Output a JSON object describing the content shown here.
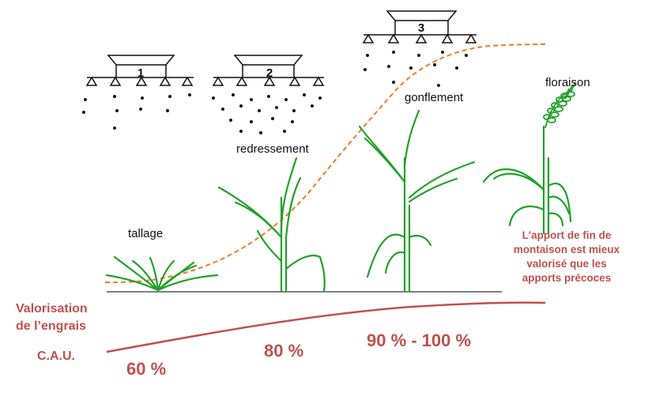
{
  "sprayers": [
    {
      "number": "1"
    },
    {
      "number": "2"
    },
    {
      "number": "3"
    }
  ],
  "stages": {
    "tallage": "tallage",
    "redressement": "redressement",
    "gonflement": "gonflement",
    "floraison": "floraison"
  },
  "note": {
    "lines": [
      "L'apport de fin de",
      "montaison est mieux",
      "valorisé que les",
      "apports précoces"
    ]
  },
  "valorisation": {
    "title_line1": "Valorisation",
    "title_line2": "de l’engrais",
    "cau": "C.A.U.",
    "v1": "60 %",
    "v2": "80 %",
    "v3": "90 % - 100 %"
  },
  "colors": {
    "accent_red": "#c0504d",
    "plant_green": "#22a12a",
    "curve_orange": "#f07a22",
    "ink": "#111111"
  }
}
